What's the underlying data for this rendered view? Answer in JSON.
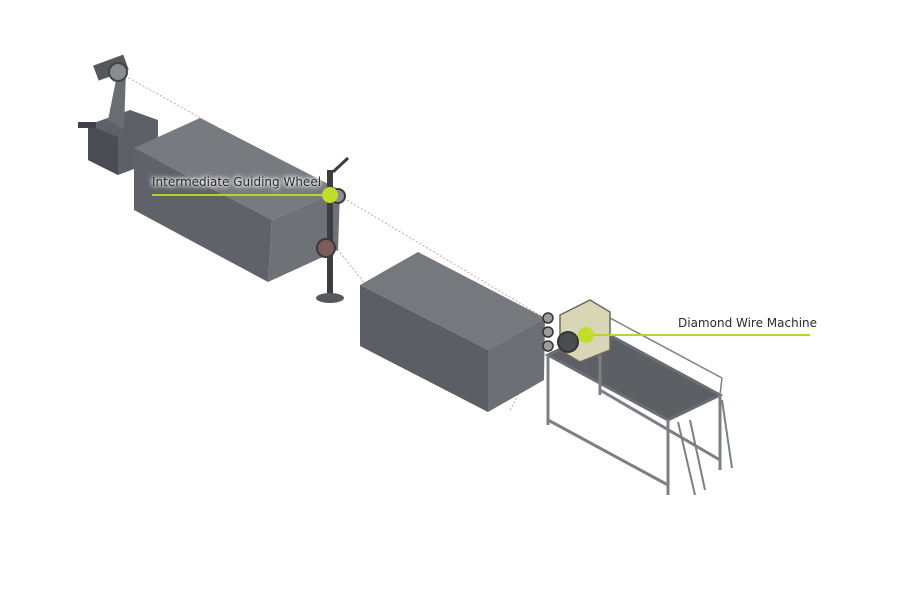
{
  "diagram": {
    "title": "",
    "accent_color": "#c2dc2a",
    "components": [
      {
        "id": "pay-off-stand",
        "label": ""
      },
      {
        "id": "stone-block-1",
        "label": ""
      },
      {
        "id": "intermediate-guiding-wheel",
        "label": "Intermediate Guiding Wheel"
      },
      {
        "id": "stone-block-2",
        "label": ""
      },
      {
        "id": "diamond-wire-machine",
        "label": "Diamond Wire Machine"
      }
    ],
    "callouts": [
      {
        "text": "Intermediate Guiding Wheel",
        "target": "intermediate-guiding-wheel"
      },
      {
        "text": "Diamond Wire Machine",
        "target": "diamond-wire-machine"
      }
    ]
  }
}
